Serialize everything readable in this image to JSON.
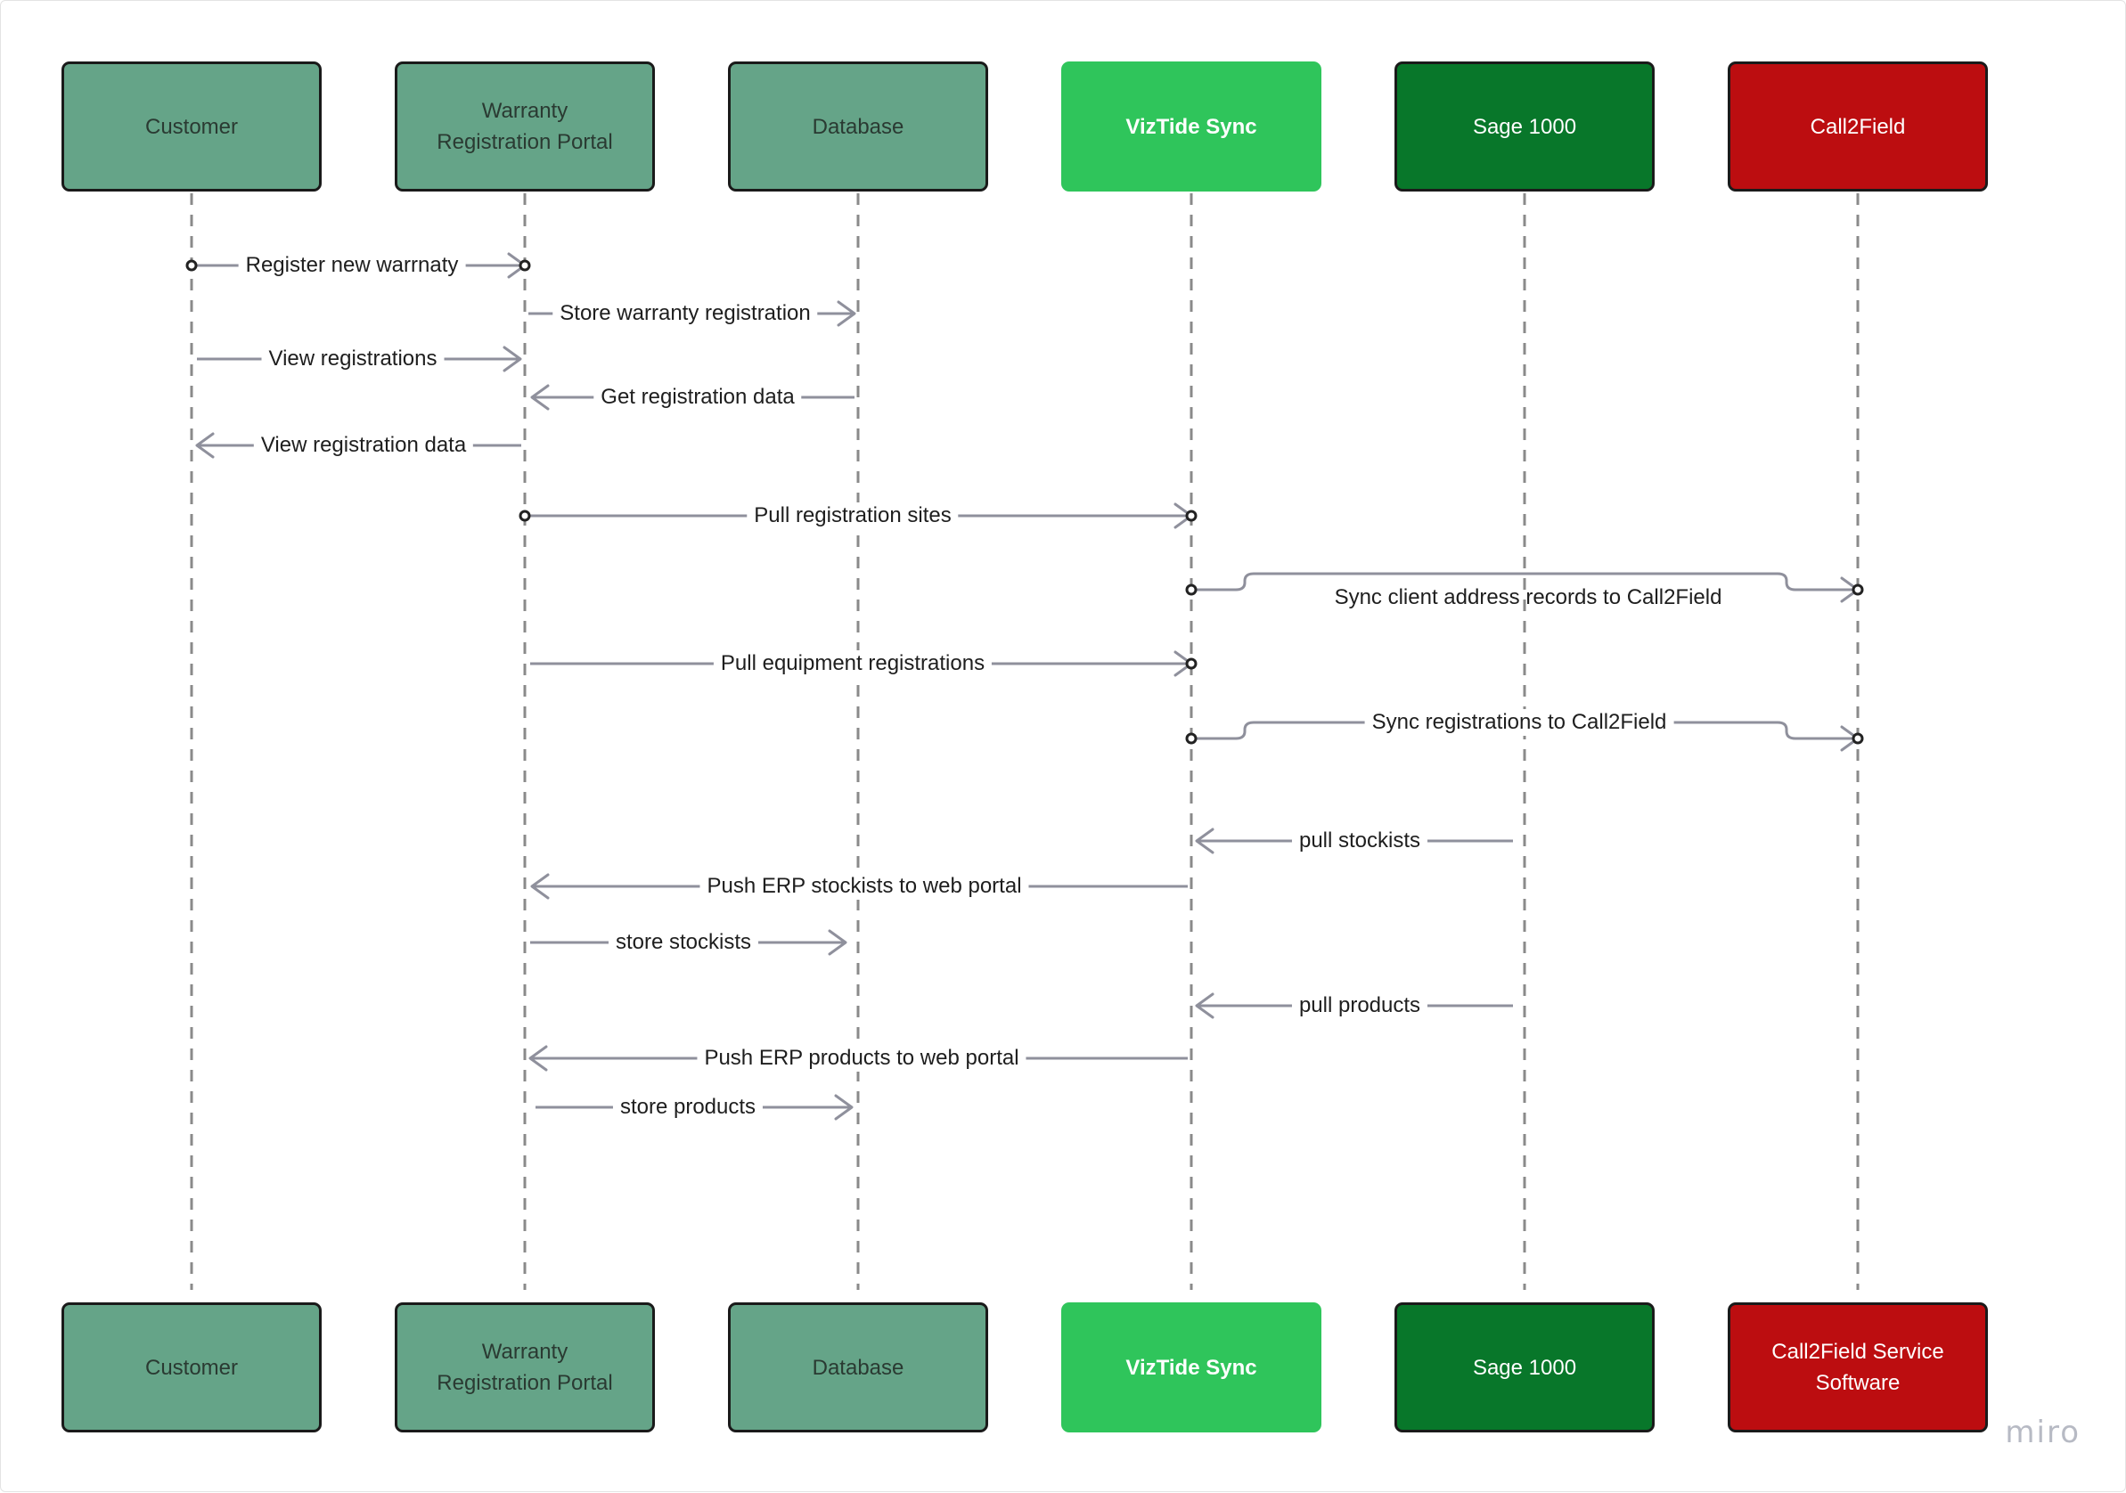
{
  "participants": [
    {
      "id": "customer",
      "top_label": "Customer",
      "bottom_label": "Customer",
      "style": "sage-green"
    },
    {
      "id": "portal",
      "top_label": "Warranty\nRegistration Portal",
      "bottom_label": "Warranty\nRegistration Portal",
      "style": "sage-green"
    },
    {
      "id": "database",
      "top_label": "Database",
      "bottom_label": "Database",
      "style": "sage-green"
    },
    {
      "id": "viztide",
      "top_label": "VizTide Sync",
      "bottom_label": "VizTide Sync",
      "style": "bright"
    },
    {
      "id": "sage",
      "top_label": "Sage 1000",
      "bottom_label": "Sage 1000",
      "style": "dark-green"
    },
    {
      "id": "call2field",
      "top_label": "Call2Field",
      "bottom_label": "Call2Field Service\nSoftware",
      "style": "red"
    }
  ],
  "messages": [
    {
      "label": "Register new warrnaty",
      "from": "customer",
      "to": "portal",
      "circles": true
    },
    {
      "label": "Store warranty registration",
      "from": "portal",
      "to": "database"
    },
    {
      "label": "View registrations",
      "from": "customer",
      "to": "portal"
    },
    {
      "label": "Get registration data",
      "from": "database",
      "to": "portal"
    },
    {
      "label": "View registration data",
      "from": "portal",
      "to": "customer"
    },
    {
      "label": "Pull registration sites",
      "from": "portal",
      "to": "viztide",
      "circles": true
    },
    {
      "label": "Sync client address records to Call2Field",
      "from": "viztide",
      "to": "call2field",
      "circles": true,
      "step": true
    },
    {
      "label": "Pull equipment registrations",
      "from": "portal",
      "to": "viztide",
      "end_circle": true
    },
    {
      "label": "Sync registrations to Call2Field",
      "from": "viztide",
      "to": "call2field",
      "circles": true,
      "step": true
    },
    {
      "label": "pull stockists",
      "from": "sage",
      "to": "viztide"
    },
    {
      "label": "Push ERP stockists to web portal",
      "from": "viztide",
      "to": "portal"
    },
    {
      "label": "store stockists",
      "from": "portal",
      "to": "database"
    },
    {
      "label": "pull products",
      "from": "sage",
      "to": "viztide"
    },
    {
      "label": "Push ERP products to web portal",
      "from": "viztide",
      "to": "portal"
    },
    {
      "label": "store products",
      "from": "portal",
      "to": "database"
    }
  ],
  "colors": {
    "sage_green": "#65a488",
    "bright_green": "#2fc55b",
    "dark_green": "#08772a",
    "red": "#bc0d10",
    "line": "#8f909c"
  },
  "watermark": "miro"
}
